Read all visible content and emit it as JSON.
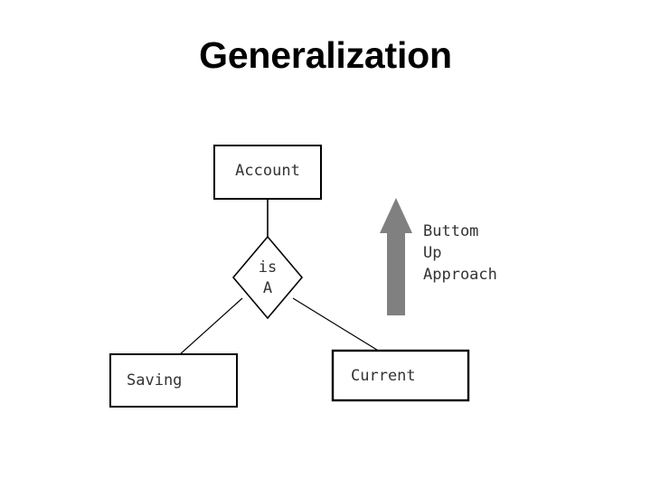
{
  "slide": {
    "title": "Generalization",
    "background_color": "#ffffff",
    "title_color": "#000000"
  },
  "diagram": {
    "type": "er-generalization",
    "line_color": "#000000",
    "text_color": "#333333",
    "entities": [
      {
        "id": "account",
        "label": "Account",
        "shape": "rectangle",
        "role": "superclass"
      },
      {
        "id": "saving",
        "label": "Saving",
        "shape": "rectangle",
        "role": "subclass"
      },
      {
        "id": "current",
        "label": "Current",
        "shape": "rectangle",
        "role": "subclass"
      }
    ],
    "relationship": {
      "id": "is-a",
      "shape": "diamond",
      "label_lines": [
        "is",
        "A"
      ]
    },
    "connectors": [
      {
        "from": "account",
        "to": "is-a"
      },
      {
        "from": "is-a",
        "to": "saving"
      },
      {
        "from": "is-a",
        "to": "current"
      }
    ],
    "annotation": {
      "id": "bottom-up-approach",
      "arrow_direction": "up",
      "arrow_color": "#808080",
      "label_lines": [
        "Buttom",
        "Up",
        "Approach"
      ]
    }
  }
}
